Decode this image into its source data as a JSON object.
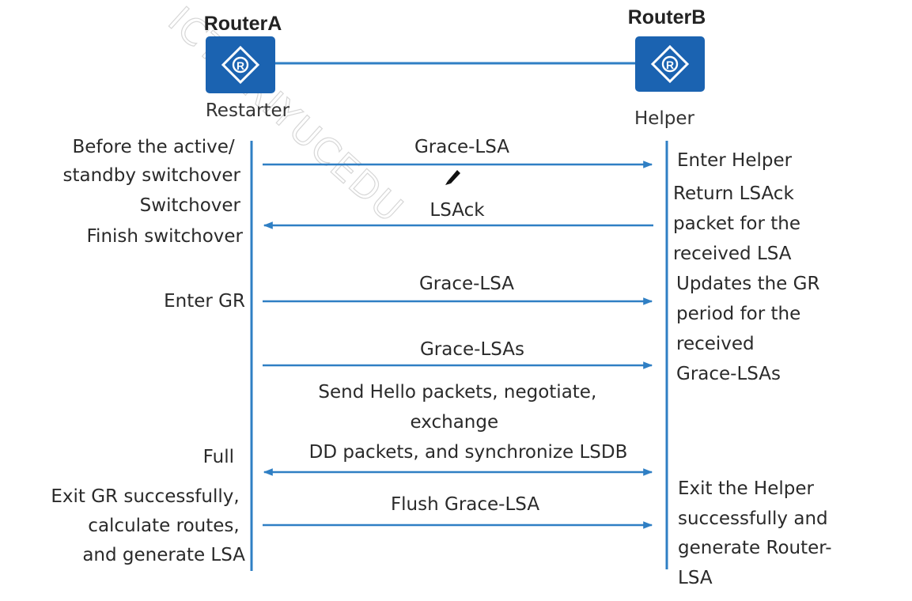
{
  "watermark": "ICT PRIYUCEDU",
  "colors": {
    "router_fill": "#1b63b1",
    "line": "#2f7fc4",
    "text": "#2a2a2a"
  },
  "router_a": {
    "name": "RouterA",
    "role": "Restarter",
    "icon": "router-icon"
  },
  "router_b": {
    "name": "RouterB",
    "role": "Helper",
    "icon": "router-icon"
  },
  "left_labels": [
    [
      "Before the active/",
      "standby switchover"
    ],
    [
      "Switchover"
    ],
    [
      "Finish switchover"
    ],
    [
      "Enter GR"
    ],
    [
      "Full"
    ],
    [
      "Exit GR successfully,",
      "calculate routes,",
      "and generate LSA"
    ]
  ],
  "right_labels": [
    [
      "Enter Helper"
    ],
    [
      "Return LSAck",
      "packet for the",
      "received LSA"
    ],
    [
      "Updates the GR",
      "period for the",
      "received",
      "Grace-LSAs"
    ],
    [
      "Exit the Helper",
      "successfully and",
      "generate Router-",
      "LSA"
    ]
  ],
  "messages": [
    {
      "text": [
        "Grace-LSA"
      ],
      "direction": "right"
    },
    {
      "text": [
        "LSAck"
      ],
      "direction": "left"
    },
    {
      "text": [
        "Grace-LSA"
      ],
      "direction": "right"
    },
    {
      "text": [
        "Grace-LSAs"
      ],
      "direction": "right"
    },
    {
      "text": [
        "Send Hello packets, negotiate,",
        "exchange",
        "DD packets, and synchronize LSDB"
      ],
      "direction": "both"
    },
    {
      "text": [
        "Flush Grace-LSA"
      ],
      "direction": "right"
    }
  ]
}
